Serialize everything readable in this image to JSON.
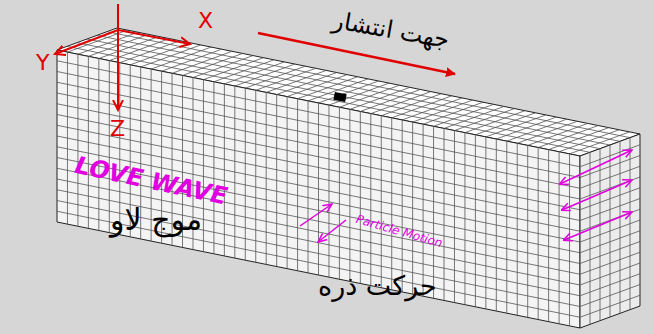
{
  "diagram": {
    "labels": [
      "X",
      "Y",
      "Z",
      "جهت انتشار",
      "LOVE WAVE",
      "موج لاو",
      "Particle Motion",
      "حرکت ذره"
    ]
  }
}
